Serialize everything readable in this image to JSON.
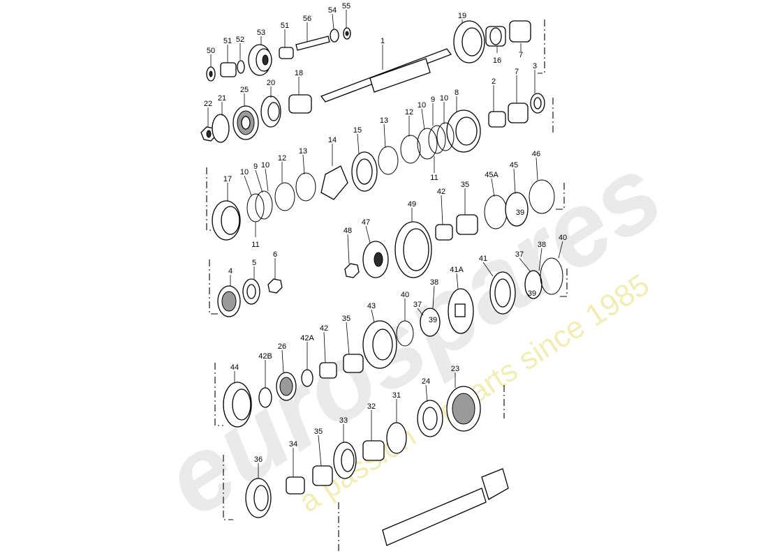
{
  "watermark": {
    "logo": "eurospares",
    "tagline": "a passion for parts since 1985"
  },
  "callouts": {
    "c1": "1",
    "c2": "2",
    "c3": "3",
    "c4": "4",
    "c5": "5",
    "c6": "6",
    "c7a": "7",
    "c7b": "7",
    "c8": "8",
    "c9a": "9",
    "c9b": "9",
    "c10a": "10",
    "c10b": "10",
    "c10c": "10",
    "c10d": "10",
    "c11a": "11",
    "c11b": "11",
    "c12a": "12",
    "c12b": "12",
    "c13a": "13",
    "c13b": "13",
    "c14": "14",
    "c15": "15",
    "c16": "16",
    "c17": "17",
    "c18": "18",
    "c19": "19",
    "c20": "20",
    "c21": "21",
    "c22": "22",
    "c23": "23",
    "c24": "24",
    "c25": "25",
    "c26": "26",
    "c31": "31",
    "c32": "32",
    "c33": "33",
    "c34": "34",
    "c35a": "35",
    "c35b": "35",
    "c35c": "35",
    "c36": "36",
    "c37a": "37",
    "c37b": "37",
    "c38a": "38",
    "c38b": "38",
    "c39a": "39",
    "c39b": "39",
    "c39c": "39",
    "c40a": "40",
    "c40b": "40",
    "c41": "41",
    "c41A": "41A",
    "c42a": "42",
    "c42b": "42",
    "c42A": "42A",
    "c42B": "42B",
    "c43": "43",
    "c44": "44",
    "c45": "45",
    "c45A": "45A",
    "c46": "46",
    "c47": "47",
    "c48": "48",
    "c49": "49",
    "c50": "50",
    "c51a": "51",
    "c51b": "51",
    "c52": "52",
    "c53": "53",
    "c54": "54",
    "c55": "55",
    "c56": "56"
  }
}
